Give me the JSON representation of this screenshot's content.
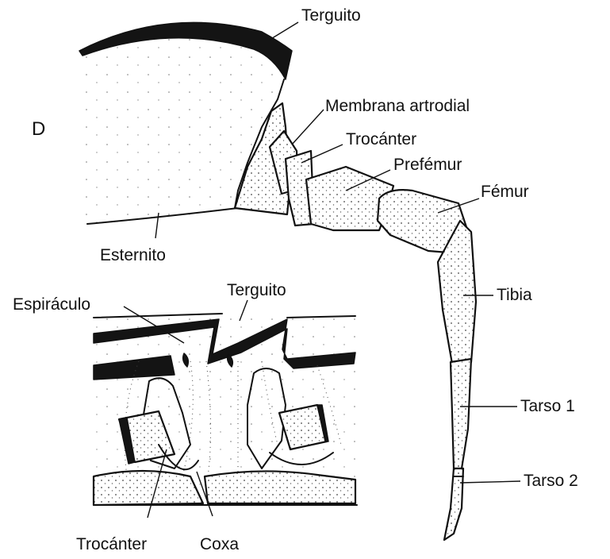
{
  "figure": {
    "panel_label": "D",
    "labels": {
      "terguito_top": "Terguito",
      "membrana": "Membrana artrodial",
      "trocanter_top": "Trocánter",
      "prefemur": "Prefémur",
      "femur": "Fémur",
      "esternito": "Esternito",
      "tibia": "Tibia",
      "tarso1": "Tarso 1",
      "tarso2": "Tarso 2",
      "espiraculo": "Espiráculo",
      "terguito_inset": "Terguito",
      "trocanter_inset": "Trocánter",
      "coxa": "Coxa"
    }
  }
}
